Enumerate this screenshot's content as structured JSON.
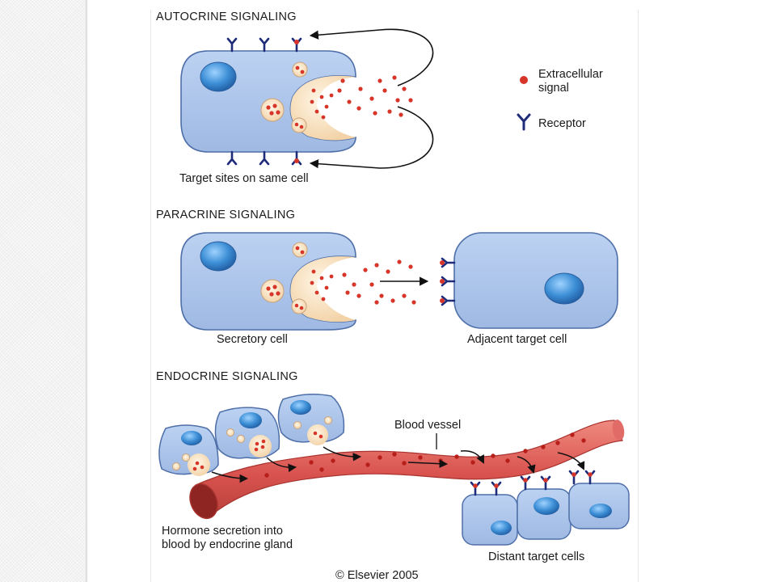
{
  "headings": {
    "autocrine": "AUTOCRINE SIGNALING",
    "paracrine": "PARACRINE SIGNALING",
    "endocrine": "ENDOCRINE SIGNALING"
  },
  "legend": {
    "signal_line1": "Extracellular",
    "signal_line2": "signal",
    "receptor": "Receptor"
  },
  "labels": {
    "target_same_cell": "Target sites on same cell",
    "secretory_cell": "Secretory cell",
    "adjacent_target": "Adjacent target cell",
    "blood_vessel": "Blood vessel",
    "hormone_line1": "Hormone secretion into",
    "hormone_line2": "blood by endocrine gland",
    "distant_targets": "Distant target cells"
  },
  "copyright": "© Elsevier 2005",
  "colors": {
    "cell_fill": "#a9c3ea",
    "cell_stroke": "#4e6fa8",
    "nucleus": "#3d8fd6",
    "signal": "#d8352a",
    "receptor": "#1f2c7a",
    "vessel": "#d95a5a",
    "vesicle": "#f7e2c2"
  }
}
